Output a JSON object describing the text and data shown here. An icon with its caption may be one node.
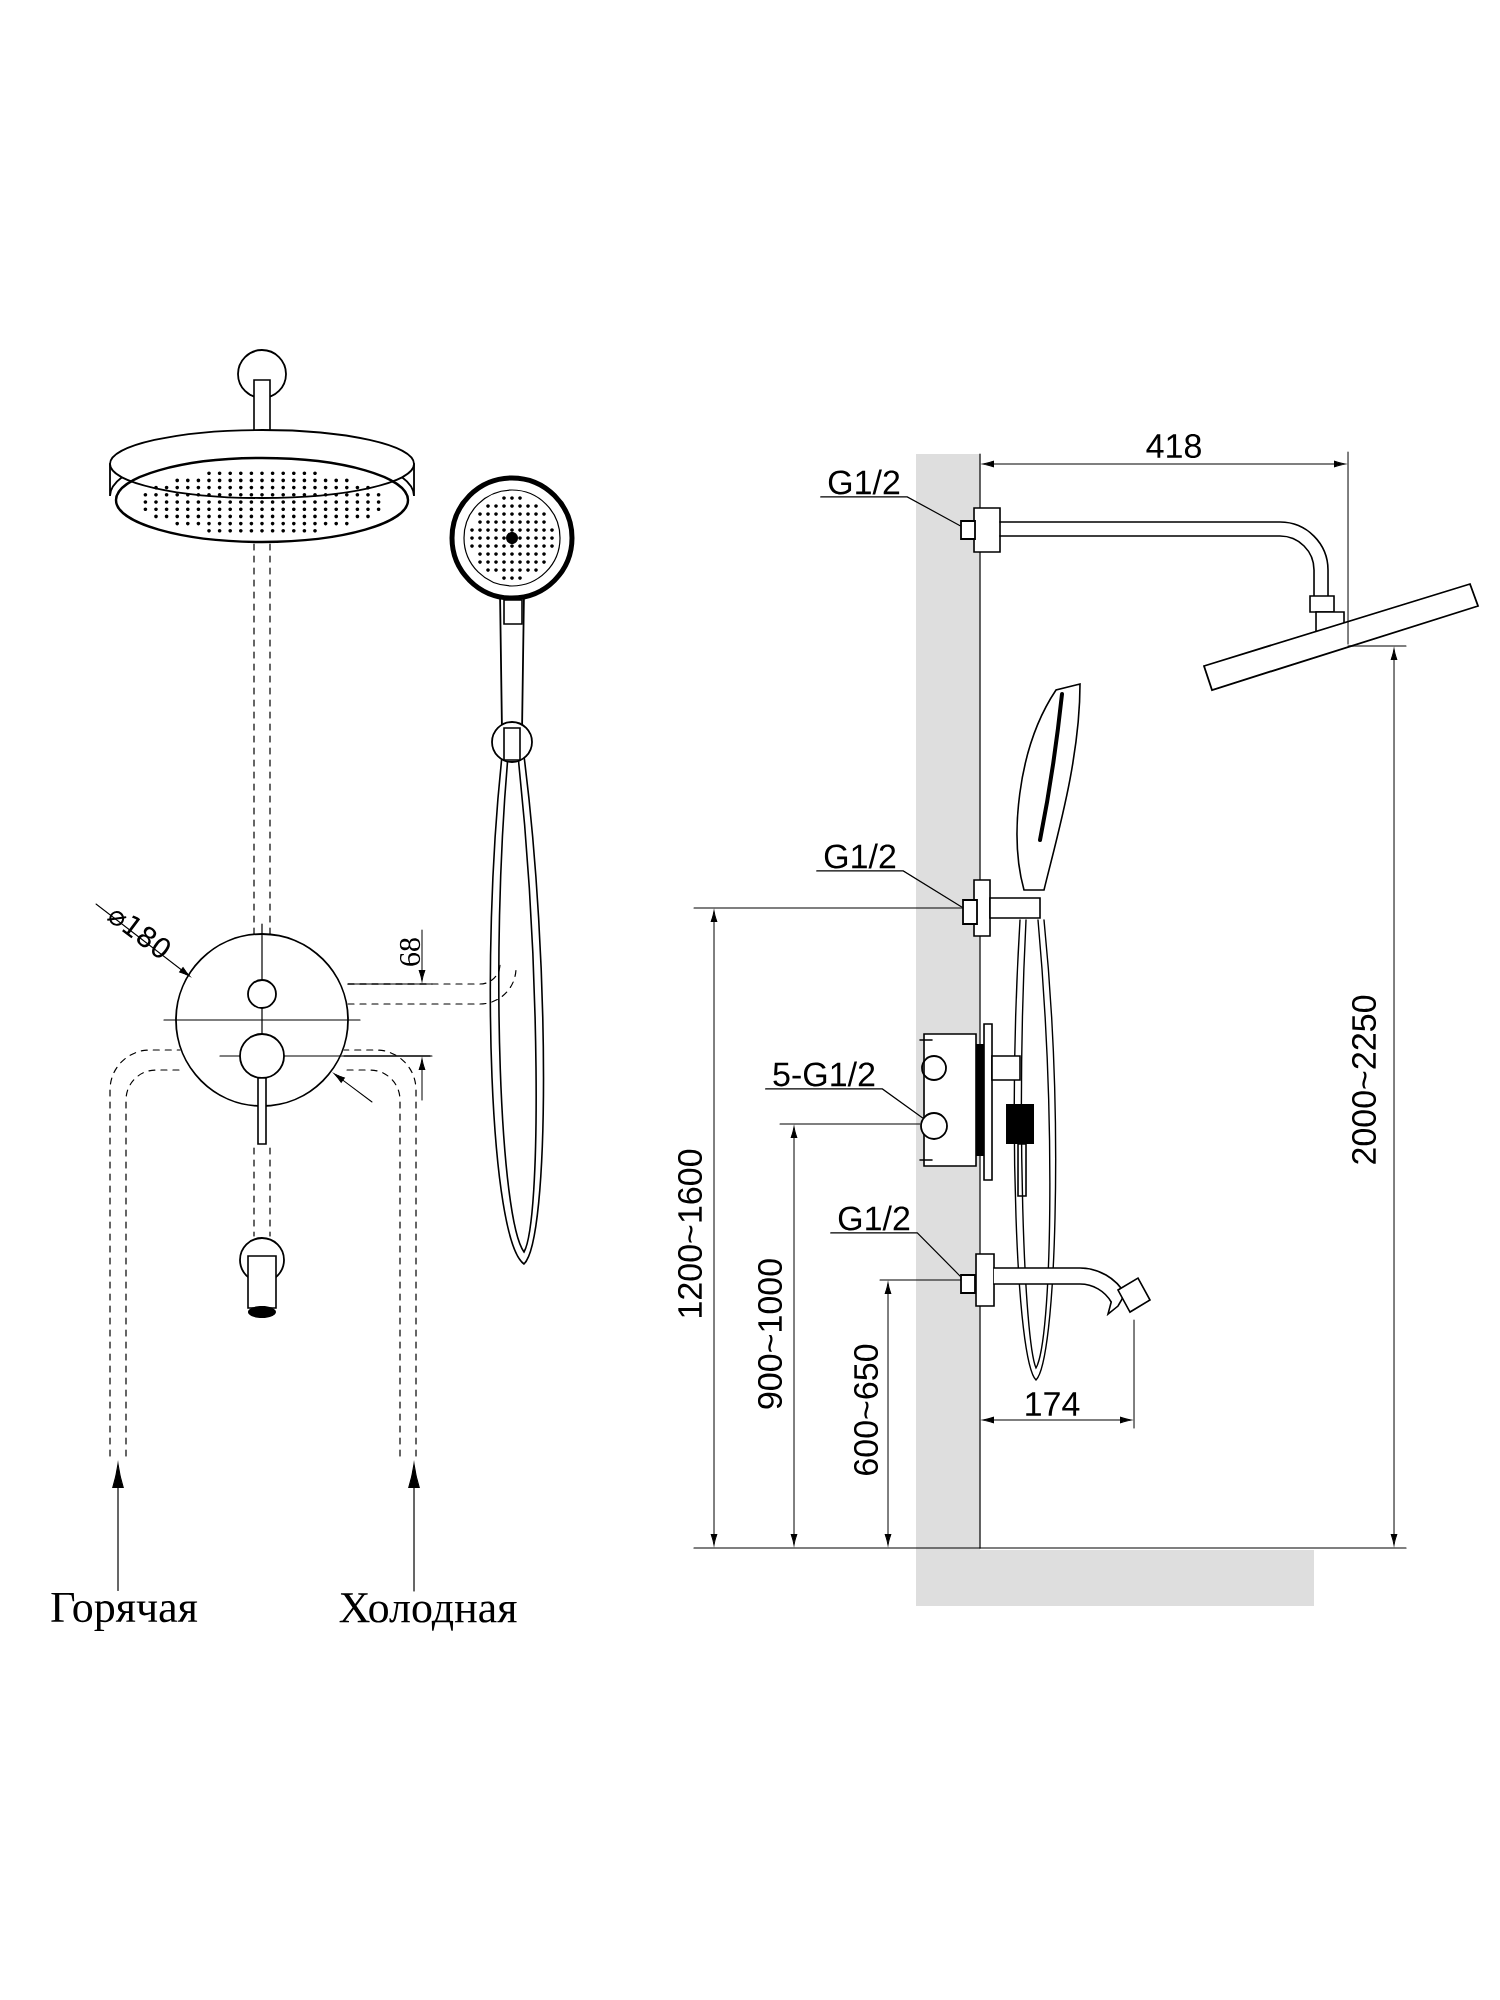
{
  "diagram": {
    "nodes": [
      {
        "text": [
          "G1/2"
        ]
      },
      {
        "text": [],
        "shape": "box"
      },
      {
        "text": [
          "G1/2"
        ]
      },
      {
        "text": [],
        "shape": "box"
      },
      {
        "text": [
          "5-G1/2"
        ]
      },
      {
        "text": [],
        "shape": "circle"
      },
      {
        "text": [
          "G1/2"
        ]
      },
      {
        "text": [],
        "shape": "box"
      },
      {
        "text": [
          "Горячая"
        ]
      },
      {
        "text": [
          "Холодная"
        ]
      }
    ],
    "edges": [
      {
        "from": 0,
        "to": 1,
        "arrow": "none"
      },
      {
        "from": 2,
        "to": 3,
        "arrow": "none"
      },
      {
        "from": 4,
        "to": 5,
        "arrow": "none"
      },
      {
        "from": 6,
        "to": 7,
        "arrow": "none"
      },
      {
        "from": 8,
        "to": null,
        "arrow": "to"
      },
      {
        "from": 9,
        "to": null,
        "arrow": "to"
      }
    ],
    "labels": [
      "418",
      "⌀180",
      "68",
      "2000~2250",
      "1200~1600",
      "900~1000",
      "174",
      "600~650"
    ]
  }
}
